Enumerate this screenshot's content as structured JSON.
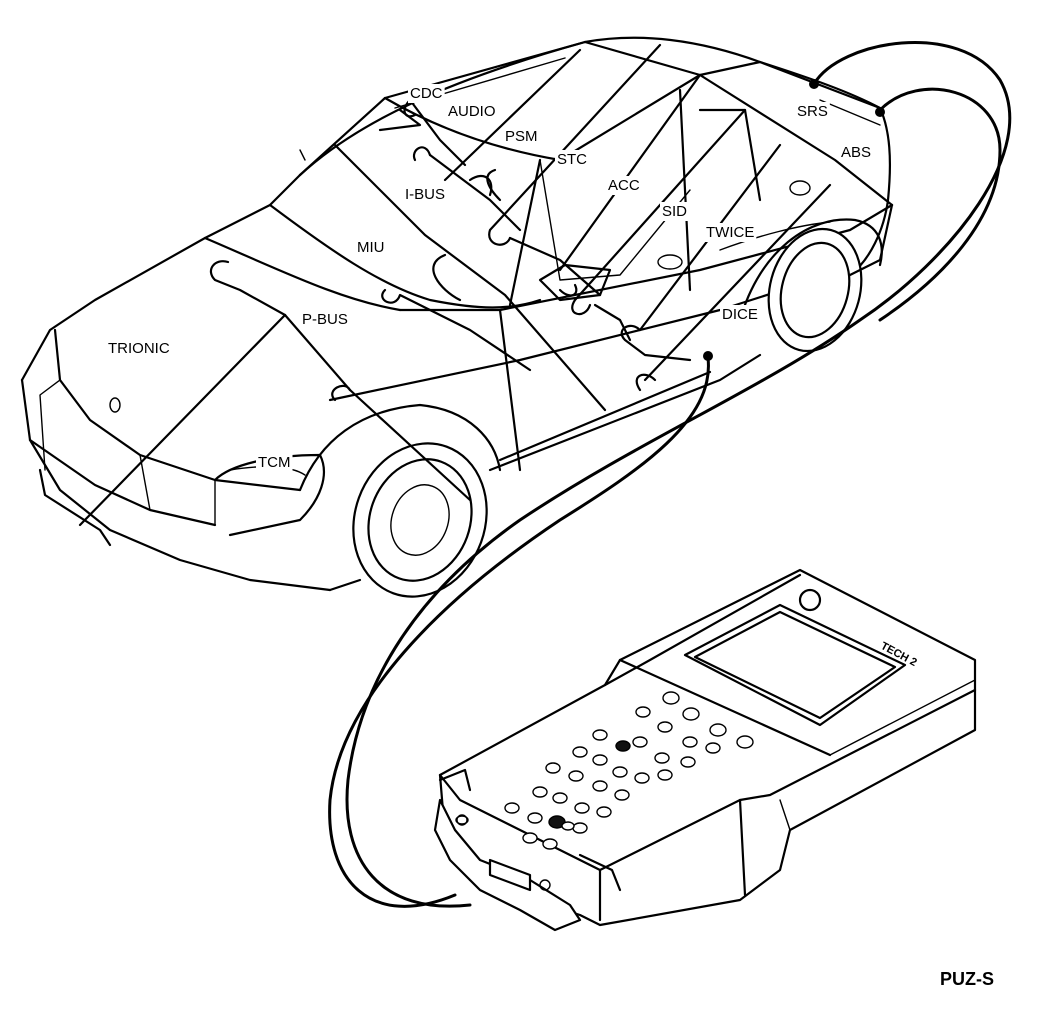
{
  "diagram": {
    "modules": [
      {
        "id": "cdc",
        "label": "CDC"
      },
      {
        "id": "audio",
        "label": "AUDIO"
      },
      {
        "id": "psm",
        "label": "PSM"
      },
      {
        "id": "stc",
        "label": "STC"
      },
      {
        "id": "srs",
        "label": "SRS"
      },
      {
        "id": "abs",
        "label": "ABS"
      },
      {
        "id": "ibus",
        "label": "I-BUS"
      },
      {
        "id": "acc",
        "label": "ACC"
      },
      {
        "id": "sid",
        "label": "SID"
      },
      {
        "id": "twice",
        "label": "TWICE"
      },
      {
        "id": "miu",
        "label": "MIU"
      },
      {
        "id": "pbus",
        "label": "P-BUS"
      },
      {
        "id": "dice",
        "label": "DICE"
      },
      {
        "id": "trionic",
        "label": "TRIONIC"
      },
      {
        "id": "tcm",
        "label": "TCM"
      }
    ],
    "figure_code": "PUZ-S",
    "tester_brand": "TECH 2"
  }
}
